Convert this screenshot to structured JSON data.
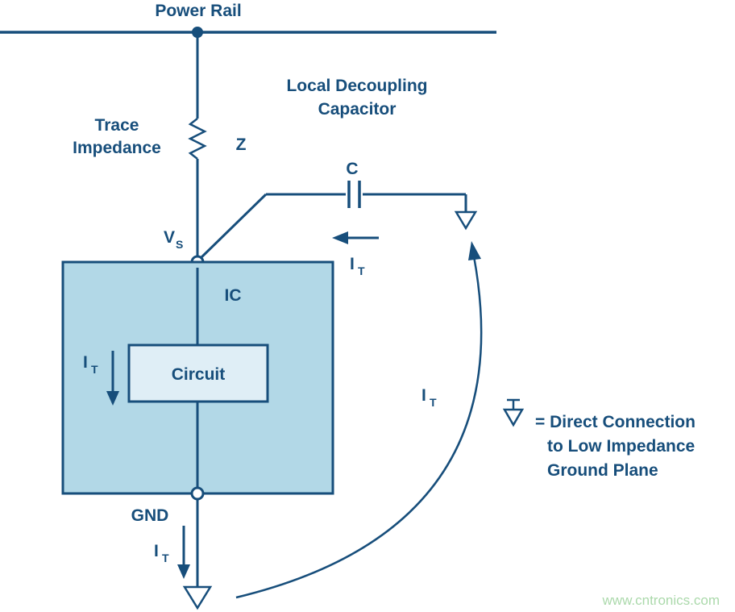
{
  "diagram": {
    "title": "Power Rail",
    "colors": {
      "line": "#174e7b",
      "ic_fill": "#b2d8e7",
      "circuit_fill": "#dfeef6",
      "watermark": "#abd9ab",
      "background": "#ffffff"
    },
    "labels": {
      "power_rail": "Power Rail",
      "trace_impedance_line1": "Trace",
      "trace_impedance_line2": "Impedance",
      "z": "Z",
      "local_decoupling_line1": "Local Decoupling",
      "local_decoupling_line2": "Capacitor",
      "c": "C",
      "vs_main": "V",
      "vs_sub": "S",
      "ic": "IC",
      "circuit": "Circuit",
      "gnd": "GND",
      "it_main": "I",
      "it_sub": "T",
      "legend_line1": "= Direct Connection",
      "legend_line2": "to Low Impedance",
      "legend_line3": "Ground Plane",
      "watermark": "www.cntronics.com"
    }
  }
}
